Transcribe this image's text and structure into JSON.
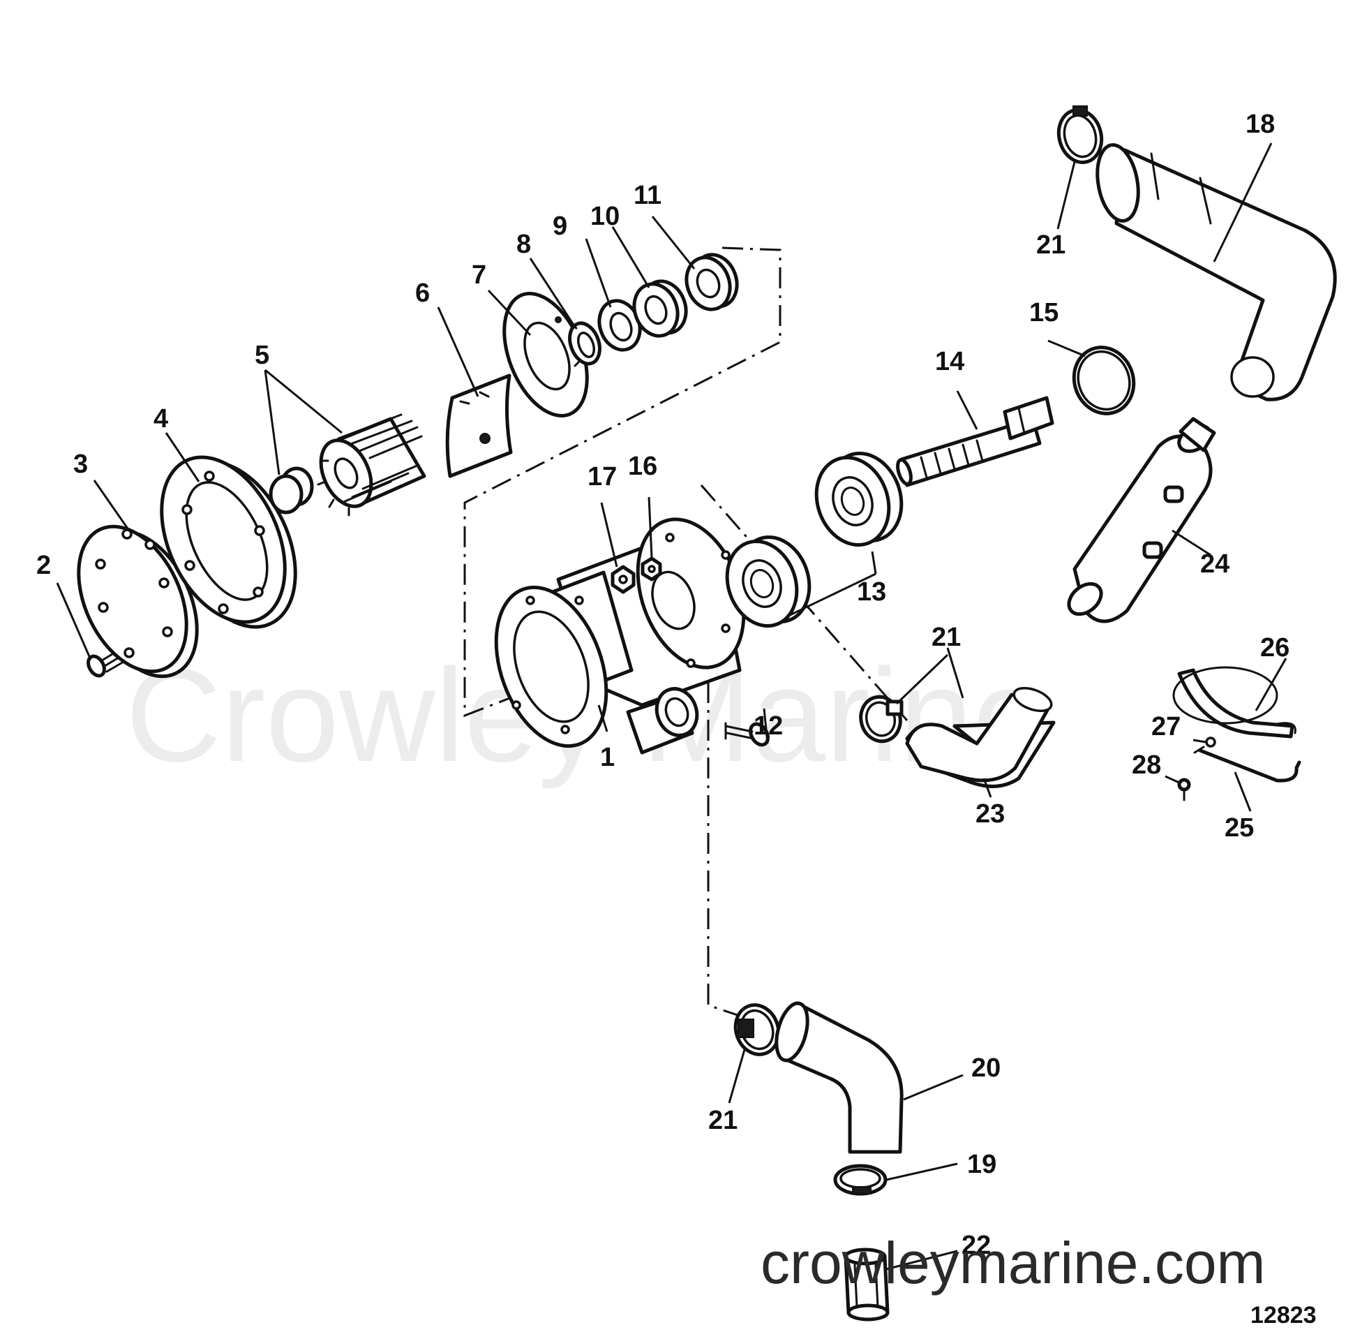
{
  "watermark_main": "Crowley Marine",
  "watermark_url": "crowleymarine.com",
  "drawing_number": "12823",
  "callouts": {
    "c1": "1",
    "c2": "2",
    "c3": "3",
    "c4": "4",
    "c5": "5",
    "c6": "6",
    "c7": "7",
    "c8": "8",
    "c9": "9",
    "c10": "10",
    "c11": "11",
    "c12": "12",
    "c13": "13",
    "c14": "14",
    "c15": "15",
    "c16": "16",
    "c17": "17",
    "c18": "18",
    "c19": "19",
    "c20": "20",
    "c21": "21",
    "c22": "22",
    "c23": "23",
    "c24": "24",
    "c25": "25",
    "c26": "26",
    "c27": "27",
    "c28": "28"
  }
}
